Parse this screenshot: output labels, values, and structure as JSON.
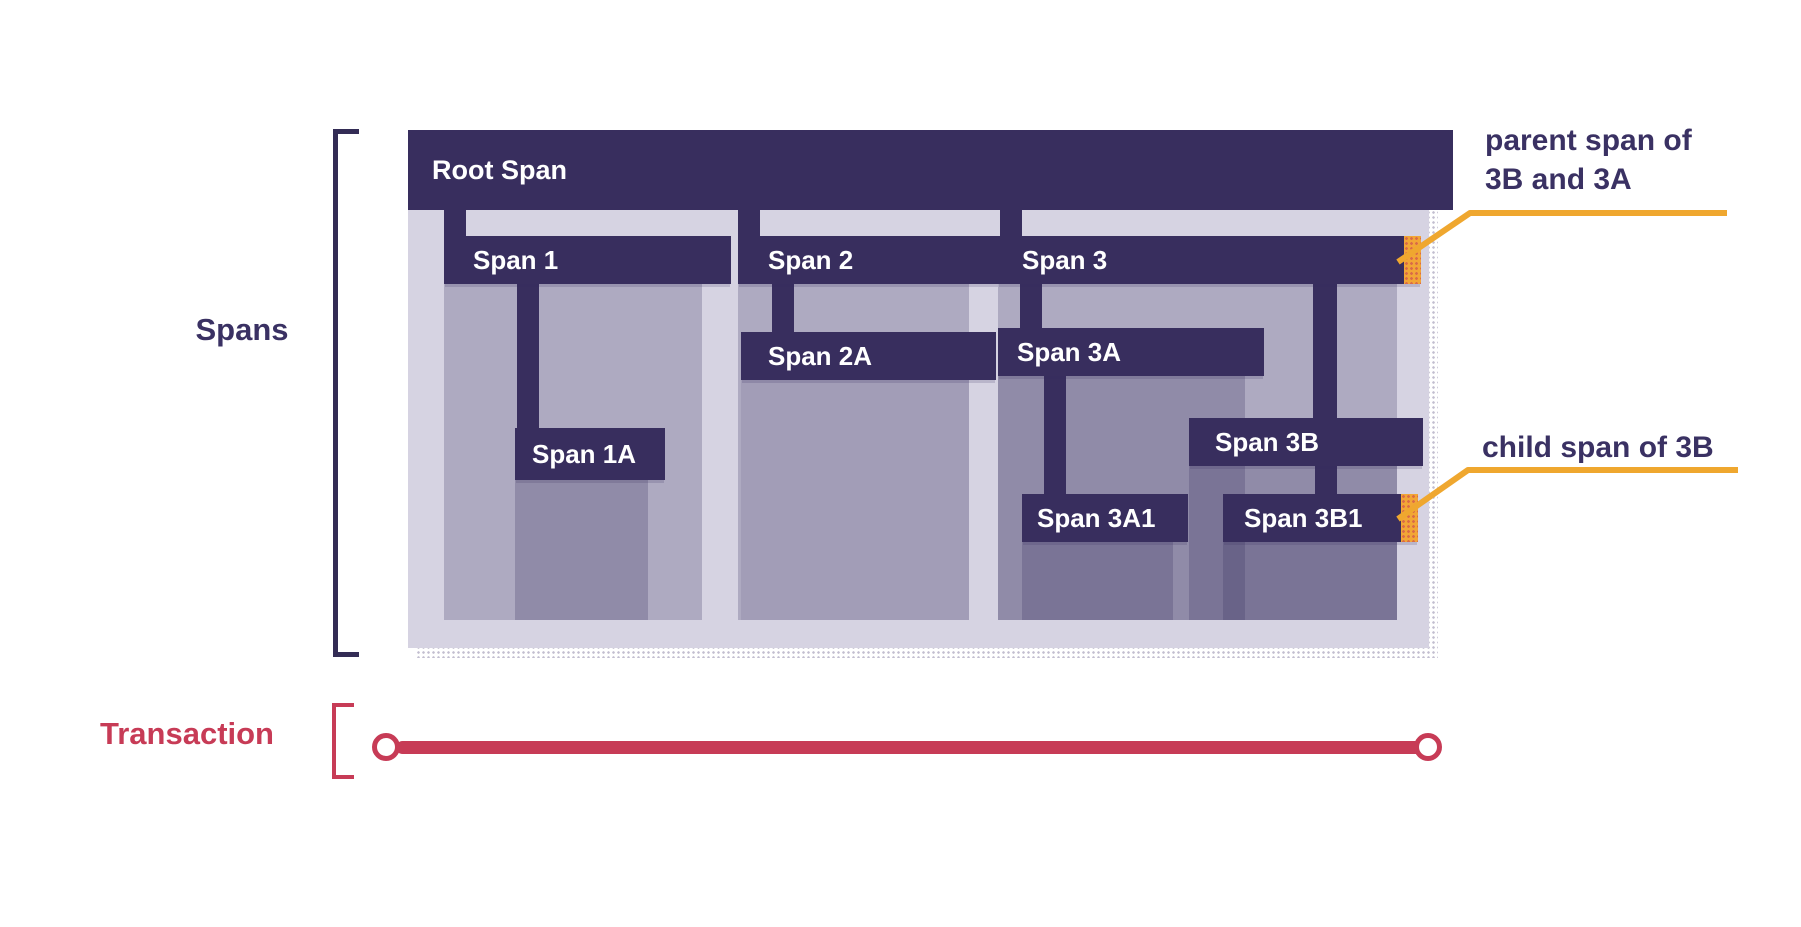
{
  "palette": {
    "bar_dark_purple": "#382E5E",
    "container_lavender": "#D6D3E2",
    "duration_overlay": "rgba(56,46,95,0.25)",
    "highlight_orange": "#F2A636",
    "callout_orange": "#EFA72F",
    "transaction_red": "#C73B56",
    "annotation_purple": "#3A3163",
    "bar_text": "#FFFFFF"
  },
  "left_labels": {
    "spans": "Spans",
    "transaction": "Transaction"
  },
  "diagram": {
    "type": "trace-span-waterfall",
    "spans": [
      {
        "id": "root",
        "label": "Root Span",
        "parent": null
      },
      {
        "id": "1",
        "label": "Span 1",
        "parent": "root"
      },
      {
        "id": "1A",
        "label": "Span 1A",
        "parent": "1"
      },
      {
        "id": "2",
        "label": "Span 2",
        "parent": "root"
      },
      {
        "id": "2A",
        "label": "Span 2A",
        "parent": "2"
      },
      {
        "id": "3",
        "label": "Span 3",
        "parent": "root",
        "marker": "orange-highlight"
      },
      {
        "id": "3A",
        "label": "Span 3A",
        "parent": "3"
      },
      {
        "id": "3A1",
        "label": "Span 3A1",
        "parent": "3A"
      },
      {
        "id": "3B",
        "label": "Span 3B",
        "parent": "3"
      },
      {
        "id": "3B1",
        "label": "Span 3B1",
        "parent": "3B",
        "marker": "orange-highlight"
      }
    ]
  },
  "annotations": {
    "parent_span": {
      "line1": "parent span of",
      "line2": "3B and 3A"
    },
    "child_span": {
      "text": "child span of 3B"
    }
  }
}
